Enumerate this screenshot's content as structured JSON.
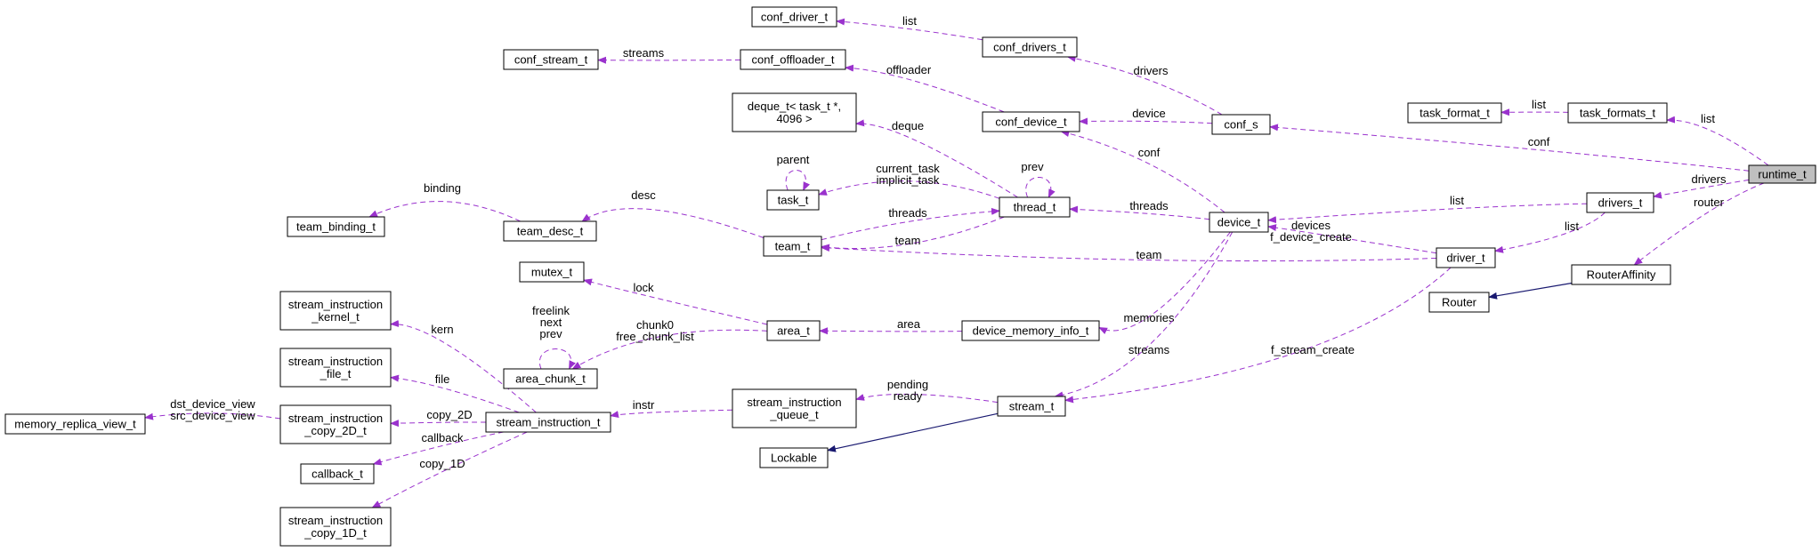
{
  "nodes": [
    {
      "id": "runtime_t",
      "label": "runtime_t",
      "highlight": true
    },
    {
      "id": "task_formats_t",
      "label": "task_formats_t"
    },
    {
      "id": "task_format_t",
      "label": "task_format_t"
    },
    {
      "id": "conf_s",
      "label": "conf_s"
    },
    {
      "id": "conf_drivers_t",
      "label": "conf_drivers_t"
    },
    {
      "id": "conf_driver_t",
      "label": "conf_driver_t"
    },
    {
      "id": "conf_offloader_t",
      "label": "conf_offloader_t"
    },
    {
      "id": "conf_stream_t",
      "label": "conf_stream_t"
    },
    {
      "id": "conf_device_t",
      "label": "conf_device_t"
    },
    {
      "id": "deque_t",
      "label": "deque_t< task_t *,\n4096 >"
    },
    {
      "id": "task_t",
      "label": "task_t"
    },
    {
      "id": "thread_t",
      "label": "thread_t"
    },
    {
      "id": "team_t",
      "label": "team_t"
    },
    {
      "id": "team_desc_t",
      "label": "team_desc_t"
    },
    {
      "id": "team_binding_t",
      "label": "team_binding_t"
    },
    {
      "id": "device_t",
      "label": "device_t"
    },
    {
      "id": "drivers_t",
      "label": "drivers_t"
    },
    {
      "id": "driver_t",
      "label": "driver_t"
    },
    {
      "id": "RouterAffinity",
      "label": "RouterAffinity"
    },
    {
      "id": "Router",
      "label": "Router"
    },
    {
      "id": "mutex_t",
      "label": "mutex_t"
    },
    {
      "id": "area_t",
      "label": "area_t"
    },
    {
      "id": "area_chunk_t",
      "label": "area_chunk_t"
    },
    {
      "id": "device_memory_info_t",
      "label": "device_memory_info_t"
    },
    {
      "id": "stream_t",
      "label": "stream_t"
    },
    {
      "id": "stream_instruction_queue_t",
      "label": "stream_instruction\n_queue_t"
    },
    {
      "id": "Lockable",
      "label": "Lockable"
    },
    {
      "id": "stream_instruction_t",
      "label": "stream_instruction_t"
    },
    {
      "id": "stream_instruction_kernel_t",
      "label": "stream_instruction\n_kernel_t"
    },
    {
      "id": "stream_instruction_file_t",
      "label": "stream_instruction\n_file_t"
    },
    {
      "id": "stream_instruction_copy_2D_t",
      "label": "stream_instruction\n_copy_2D_t"
    },
    {
      "id": "memory_replica_view_t",
      "label": "memory_replica_view_t"
    },
    {
      "id": "callback_t",
      "label": "callback_t"
    },
    {
      "id": "stream_instruction_copy_1D_t",
      "label": "stream_instruction\n_copy_1D_t"
    }
  ],
  "edges": [
    {
      "from": "runtime_t",
      "to": "task_formats_t",
      "label": "list",
      "kind": "usage"
    },
    {
      "from": "task_formats_t",
      "to": "task_format_t",
      "label": "list",
      "kind": "usage"
    },
    {
      "from": "runtime_t",
      "to": "conf_s",
      "label": "conf",
      "kind": "usage"
    },
    {
      "from": "runtime_t",
      "to": "drivers_t",
      "label": "drivers",
      "kind": "usage"
    },
    {
      "from": "runtime_t",
      "to": "RouterAffinity",
      "label": "router",
      "kind": "usage"
    },
    {
      "from": "conf_s",
      "to": "conf_drivers_t",
      "label": "drivers",
      "kind": "usage"
    },
    {
      "from": "conf_drivers_t",
      "to": "conf_driver_t",
      "label": "list",
      "kind": "usage"
    },
    {
      "from": "conf_s",
      "to": "conf_device_t",
      "label": "device",
      "kind": "usage"
    },
    {
      "from": "conf_device_t",
      "to": "conf_offloader_t",
      "label": "offloader",
      "kind": "usage"
    },
    {
      "from": "conf_offloader_t",
      "to": "conf_stream_t",
      "label": "streams",
      "kind": "usage"
    },
    {
      "from": "drivers_t",
      "to": "device_t",
      "label": "list",
      "kind": "usage"
    },
    {
      "from": "drivers_t",
      "to": "driver_t",
      "label": "list",
      "kind": "usage"
    },
    {
      "from": "driver_t",
      "to": "device_t",
      "label": "devices\nf_device_create",
      "kind": "usage"
    },
    {
      "from": "driver_t",
      "to": "team_t",
      "label": "team",
      "kind": "usage"
    },
    {
      "from": "driver_t",
      "to": "stream_t",
      "label": "f_stream_create",
      "kind": "usage"
    },
    {
      "from": "RouterAffinity",
      "to": "Router",
      "label": "",
      "kind": "inherit"
    },
    {
      "from": "device_t",
      "to": "conf_device_t",
      "label": "conf",
      "kind": "usage"
    },
    {
      "from": "device_t",
      "to": "thread_t",
      "label": "threads",
      "kind": "usage"
    },
    {
      "from": "device_t",
      "to": "device_memory_info_t",
      "label": "memories",
      "kind": "usage"
    },
    {
      "from": "device_t",
      "to": "stream_t",
      "label": "streams",
      "kind": "usage"
    },
    {
      "from": "thread_t",
      "to": "deque_t",
      "label": "deque",
      "kind": "usage"
    },
    {
      "from": "thread_t",
      "to": "task_t",
      "label": "current_task\nimplicit_task",
      "kind": "usage"
    },
    {
      "from": "thread_t",
      "to": "thread_t",
      "label": "prev",
      "kind": "usage"
    },
    {
      "from": "thread_t",
      "to": "team_t",
      "label": "team",
      "kind": "usage"
    },
    {
      "from": "team_t",
      "to": "thread_t",
      "label": "threads",
      "kind": "usage"
    },
    {
      "from": "team_t",
      "to": "team_desc_t",
      "label": "desc",
      "kind": "usage"
    },
    {
      "from": "team_desc_t",
      "to": "team_binding_t",
      "label": "binding",
      "kind": "usage"
    },
    {
      "from": "task_t",
      "to": "task_t",
      "label": "parent",
      "kind": "usage"
    },
    {
      "from": "device_memory_info_t",
      "to": "area_t",
      "label": "area",
      "kind": "usage"
    },
    {
      "from": "area_t",
      "to": "mutex_t",
      "label": "lock",
      "kind": "usage"
    },
    {
      "from": "area_t",
      "to": "area_chunk_t",
      "label": "chunk0\nfree_chunk_list",
      "kind": "usage"
    },
    {
      "from": "area_chunk_t",
      "to": "area_chunk_t",
      "label": "freelink\nnext\nprev",
      "kind": "usage"
    },
    {
      "from": "stream_t",
      "to": "stream_instruction_queue_t",
      "label": "pending\nready",
      "kind": "usage"
    },
    {
      "from": "stream_t",
      "to": "Lockable",
      "label": "",
      "kind": "inherit"
    },
    {
      "from": "stream_instruction_queue_t",
      "to": "stream_instruction_t",
      "label": "instr",
      "kind": "usage"
    },
    {
      "from": "stream_instruction_t",
      "to": "stream_instruction_kernel_t",
      "label": "kern",
      "kind": "usage"
    },
    {
      "from": "stream_instruction_t",
      "to": "stream_instruction_file_t",
      "label": "file",
      "kind": "usage"
    },
    {
      "from": "stream_instruction_t",
      "to": "stream_instruction_copy_2D_t",
      "label": "copy_2D",
      "kind": "usage"
    },
    {
      "from": "stream_instruction_t",
      "to": "callback_t",
      "label": "callback",
      "kind": "usage"
    },
    {
      "from": "stream_instruction_t",
      "to": "stream_instruction_copy_1D_t",
      "label": "copy_1D",
      "kind": "usage"
    },
    {
      "from": "stream_instruction_copy_2D_t",
      "to": "memory_replica_view_t",
      "label": "dst_device_view\nsrc_device_view",
      "kind": "usage"
    }
  ],
  "colors": {
    "usage_edge": "#9a32cd",
    "inherit_edge": "#191970",
    "node_border": "#000000",
    "highlight_fill": "#bfbfbf"
  }
}
